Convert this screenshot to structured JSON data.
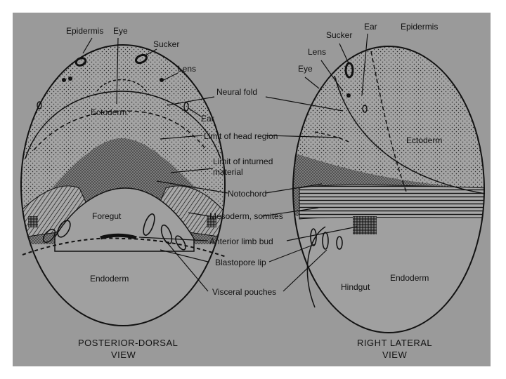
{
  "labels": {
    "epidermis": "Epidermis",
    "eye": "Eye",
    "sucker": "Sucker",
    "lens": "Lens",
    "ear": "Ear",
    "ectoderm": "Ectoderm",
    "foregut": "Foregut",
    "endoderm": "Endoderm",
    "hindgut": "Hindgut",
    "neural_fold": "Neural fold",
    "limit_head": "Limit of head region",
    "limit_inturned_1": "Limit of inturned",
    "limit_inturned_2": "material",
    "notochord": "Notochord",
    "mesoderm": "Mesoderm, somites",
    "limb_bud": "Anterior limb bud",
    "blastopore": "Blastopore lip",
    "visceral": "Visceral pouches"
  },
  "captions": {
    "left_1": "POSTERIOR-DORSAL",
    "left_2": "VIEW",
    "right_1": "RIGHT LATERAL",
    "right_2": "VIEW"
  }
}
